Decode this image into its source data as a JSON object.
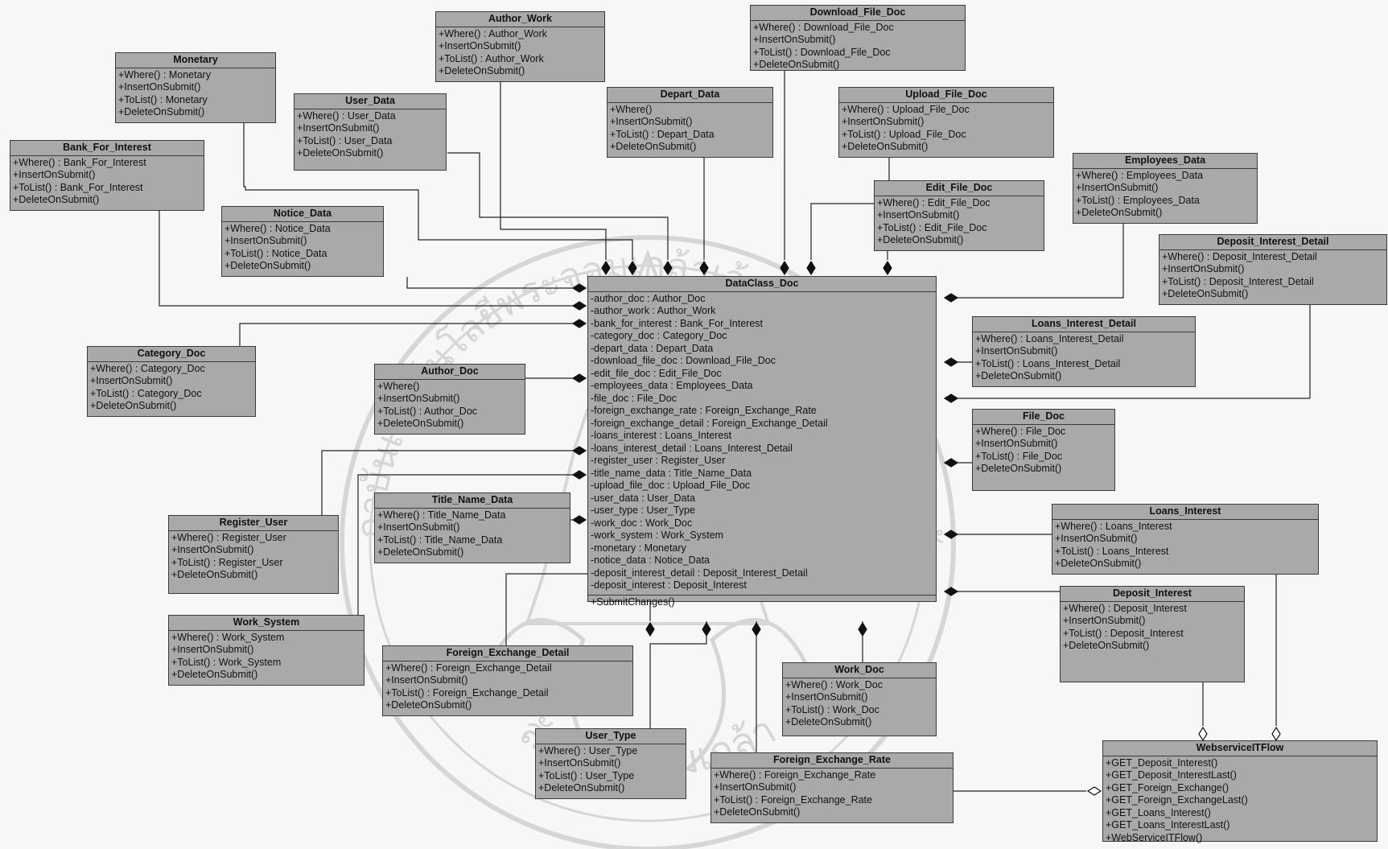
{
  "diagram": {
    "main_class": {
      "name": "DataClass_Doc",
      "attributes": [
        "-author_doc : Author_Doc",
        "-author_work : Author_Work",
        "-bank_for_interest : Bank_For_Interest",
        "-category_doc : Category_Doc",
        "-depart_data : Depart_Data",
        "-download_file_doc : Download_File_Doc",
        "-edit_file_doc : Edit_File_Doc",
        "-employees_data : Employees_Data",
        "-file_doc : File_Doc",
        "-foreign_exchange_rate : Foreign_Exchange_Rate",
        "-foreign_exchange_detail : Foreign_Exchange_Detail",
        "-loans_interest : Loans_Interest",
        "-loans_interest_detail : Loans_Interest_Detail",
        "-register_user : Register_User",
        "-title_name_data : Title_Name_Data",
        "-upload_file_doc : Upload_File_Doc",
        "-user_data : User_Data",
        "-user_type : User_Type",
        "-work_doc : Work_Doc",
        "-work_system : Work_System",
        "-monetary : Monetary",
        "-notice_data : Notice_Data",
        "-deposit_interest_detail : Deposit_Interest_Detail",
        "-deposit_interest : Deposit_Interest"
      ],
      "methods": [
        "+SubmitChanges()"
      ]
    },
    "classes": [
      {
        "id": "author_work",
        "name": "Author_Work",
        "methods": [
          "+Where() : Author_Work",
          "+InsertOnSubmit()",
          "+ToList() : Author_Work",
          "+DeleteOnSubmit()"
        ]
      },
      {
        "id": "download_file_doc",
        "name": "Download_File_Doc",
        "methods": [
          "+Where() : Download_File_Doc",
          "+InsertOnSubmit()",
          "+ToList() : Download_File_Doc",
          "+DeleteOnSubmit()"
        ]
      },
      {
        "id": "monetary",
        "name": "Monetary",
        "methods": [
          "+Where() : Monetary",
          "+InsertOnSubmit()",
          "+ToList() : Monetary",
          "+DeleteOnSubmit()"
        ]
      },
      {
        "id": "user_data",
        "name": "User_Data",
        "methods": [
          "+Where() : User_Data",
          "+InsertOnSubmit()",
          "+ToList() : User_Data",
          "+DeleteOnSubmit()"
        ]
      },
      {
        "id": "depart_data",
        "name": "Depart_Data",
        "methods": [
          "+Where()",
          "+InsertOnSubmit()",
          "+ToList() : Depart_Data",
          "+DeleteOnSubmit()"
        ]
      },
      {
        "id": "upload_file_doc",
        "name": "Upload_File_Doc",
        "methods": [
          "+Where() : Upload_File_Doc",
          "+InsertOnSubmit()",
          "+ToList() : Upload_File_Doc",
          "+DeleteOnSubmit()"
        ]
      },
      {
        "id": "bank_for_interest",
        "name": "Bank_For_Interest",
        "methods": [
          "+Where() : Bank_For_Interest",
          "+InsertOnSubmit()",
          "+ToList() : Bank_For_Interest",
          "+DeleteOnSubmit()"
        ]
      },
      {
        "id": "employees_data",
        "name": "Employees_Data",
        "methods": [
          "+Where() : Employees_Data",
          "+InsertOnSubmit()",
          "+ToList() : Employees_Data",
          "+DeleteOnSubmit()"
        ]
      },
      {
        "id": "edit_file_doc",
        "name": "Edit_File_Doc",
        "methods": [
          "+Where() : Edit_File_Doc",
          "+InsertOnSubmit()",
          "+ToList() : Edit_File_Doc",
          "+DeleteOnSubmit()"
        ]
      },
      {
        "id": "notice_data",
        "name": "Notice_Data",
        "methods": [
          "+Where() : Notice_Data",
          "+InsertOnSubmit()",
          "+ToList() : Notice_Data",
          "+DeleteOnSubmit()"
        ]
      },
      {
        "id": "deposit_interest_detail",
        "name": "Deposit_Interest_Detail",
        "methods": [
          "+Where() : Deposit_Interest_Detail",
          "+InsertOnSubmit()",
          "+ToList() : Deposit_Interest_Detail",
          "+DeleteOnSubmit()"
        ]
      },
      {
        "id": "loans_interest_detail",
        "name": "Loans_Interest_Detail",
        "methods": [
          "+Where() : Loans_Interest_Detail",
          "+InsertOnSubmit()",
          "+ToList() : Loans_Interest_Detail",
          "+DeleteOnSubmit()"
        ]
      },
      {
        "id": "category_doc",
        "name": "Category_Doc",
        "methods": [
          "+Where() : Category_Doc",
          "+InsertOnSubmit()",
          "+ToList() : Category_Doc",
          "+DeleteOnSubmit()"
        ]
      },
      {
        "id": "author_doc",
        "name": "Author_Doc",
        "methods": [
          "+Where()",
          "+InsertOnSubmit()",
          "+ToList() : Author_Doc",
          "+DeleteOnSubmit()"
        ]
      },
      {
        "id": "file_doc",
        "name": "File_Doc",
        "methods": [
          "+Where() : File_Doc",
          "+InsertOnSubmit()",
          "+ToList() : File_Doc",
          "+DeleteOnSubmit()"
        ]
      },
      {
        "id": "title_name_data",
        "name": "Title_Name_Data",
        "methods": [
          "+Where() : Title_Name_Data",
          "+InsertOnSubmit()",
          "+ToList() : Title_Name_Data",
          "+DeleteOnSubmit()"
        ]
      },
      {
        "id": "register_user",
        "name": "Register_User",
        "methods": [
          "+Where() : Register_User",
          "+InsertOnSubmit()",
          "+ToList() : Register_User",
          "+DeleteOnSubmit()"
        ]
      },
      {
        "id": "loans_interest",
        "name": "Loans_Interest",
        "methods": [
          "+Where() : Loans_Interest",
          "+InsertOnSubmit()",
          "+ToList() : Loans_Interest",
          "+DeleteOnSubmit()"
        ]
      },
      {
        "id": "deposit_interest",
        "name": "Deposit_Interest",
        "methods": [
          "+Where() : Deposit_Interest",
          "+InsertOnSubmit()",
          "+ToList() : Deposit_Interest",
          "+DeleteOnSubmit()"
        ]
      },
      {
        "id": "work_system",
        "name": "Work_System",
        "methods": [
          "+Where() : Work_System",
          "+InsertOnSubmit()",
          "+ToList() : Work_System",
          "+DeleteOnSubmit()"
        ]
      },
      {
        "id": "foreign_exchange_detail",
        "name": "Foreign_Exchange_Detail",
        "methods": [
          "+Where() : Foreign_Exchange_Detail",
          "+InsertOnSubmit()",
          "+ToList() : Foreign_Exchange_Detail",
          "+DeleteOnSubmit()"
        ]
      },
      {
        "id": "work_doc",
        "name": "Work_Doc",
        "methods": [
          "+Where() : Work_Doc",
          "+InsertOnSubmit()",
          "+ToList() : Work_Doc",
          "+DeleteOnSubmit()"
        ]
      },
      {
        "id": "user_type",
        "name": "User_Type",
        "methods": [
          "+Where() : User_Type",
          "+InsertOnSubmit()",
          "+ToList() : User_Type",
          "+DeleteOnSubmit()"
        ]
      },
      {
        "id": "foreign_exchange_rate",
        "name": "Foreign_Exchange_Rate",
        "methods": [
          "+Where() : Foreign_Exchange_Rate",
          "+InsertOnSubmit()",
          "+ToList() : Foreign_Exchange_Rate",
          "+DeleteOnSubmit()"
        ]
      },
      {
        "id": "webservice_itflow",
        "name": "WebserviceITFlow",
        "methods": [
          "+GET_Deposit_Interest()",
          "+GET_Deposit_InterestLast()",
          "+GET_Foreign_Exchange()",
          "+GET_Foreign_ExchangeLast()",
          "+GET_Loans_Interest()",
          "+GET_Loans_InterestLast()",
          "+WebServiceITFlow()"
        ]
      }
    ]
  },
  "watermark": {
    "text_top": "สถาบันเทคโนโลยีพระจอมเกล้าเจ้าคุณทหารลาดกระบัง",
    "text_bottom": "ลัยพระจอมเกล้า"
  },
  "colors": {
    "class_fill": "#a9a9a9",
    "border": "#3a3a3a",
    "line": "#222222",
    "background": "#f7f7f7"
  }
}
